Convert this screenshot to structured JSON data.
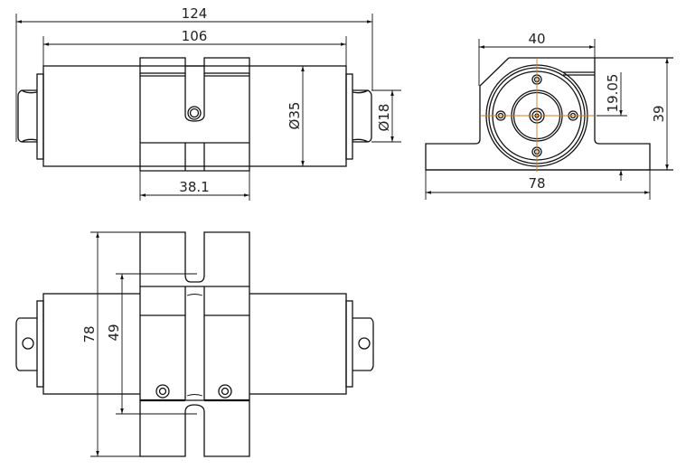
{
  "top_view": {
    "dim_overall_length": "124",
    "dim_body_length": "106",
    "dim_body_diameter": "Ø35",
    "dim_shaft_diameter": "Ø18",
    "dim_block_width": "38.1"
  },
  "end_view": {
    "dim_upper_width": "40",
    "dim_center_height": "19.05",
    "dim_total_height": "39",
    "dim_base_width": "78"
  },
  "bottom_view": {
    "dim_base_length": "78",
    "dim_slot_spacing": "49"
  },
  "colors": {
    "line": "#111111",
    "centerline": "#d07a20"
  }
}
